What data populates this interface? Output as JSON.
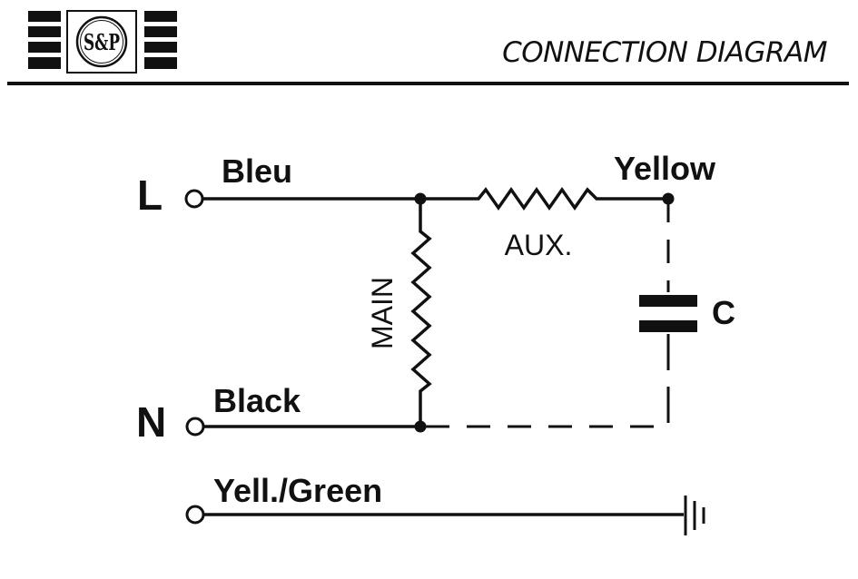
{
  "header": {
    "logo_text": "S&P",
    "title": "CONNECTION DIAGRAM"
  },
  "terminals": {
    "line": "L",
    "neutral": "N"
  },
  "wires": {
    "line_color": "Bleu",
    "neutral_color": "Black",
    "aux_color": "Yellow",
    "earth_color": "Yell./Green"
  },
  "components": {
    "aux_winding": "AUX.",
    "main_winding": "MAIN",
    "capacitor": "C"
  },
  "colors": {
    "ink": "#111111",
    "background": "#ffffff"
  }
}
